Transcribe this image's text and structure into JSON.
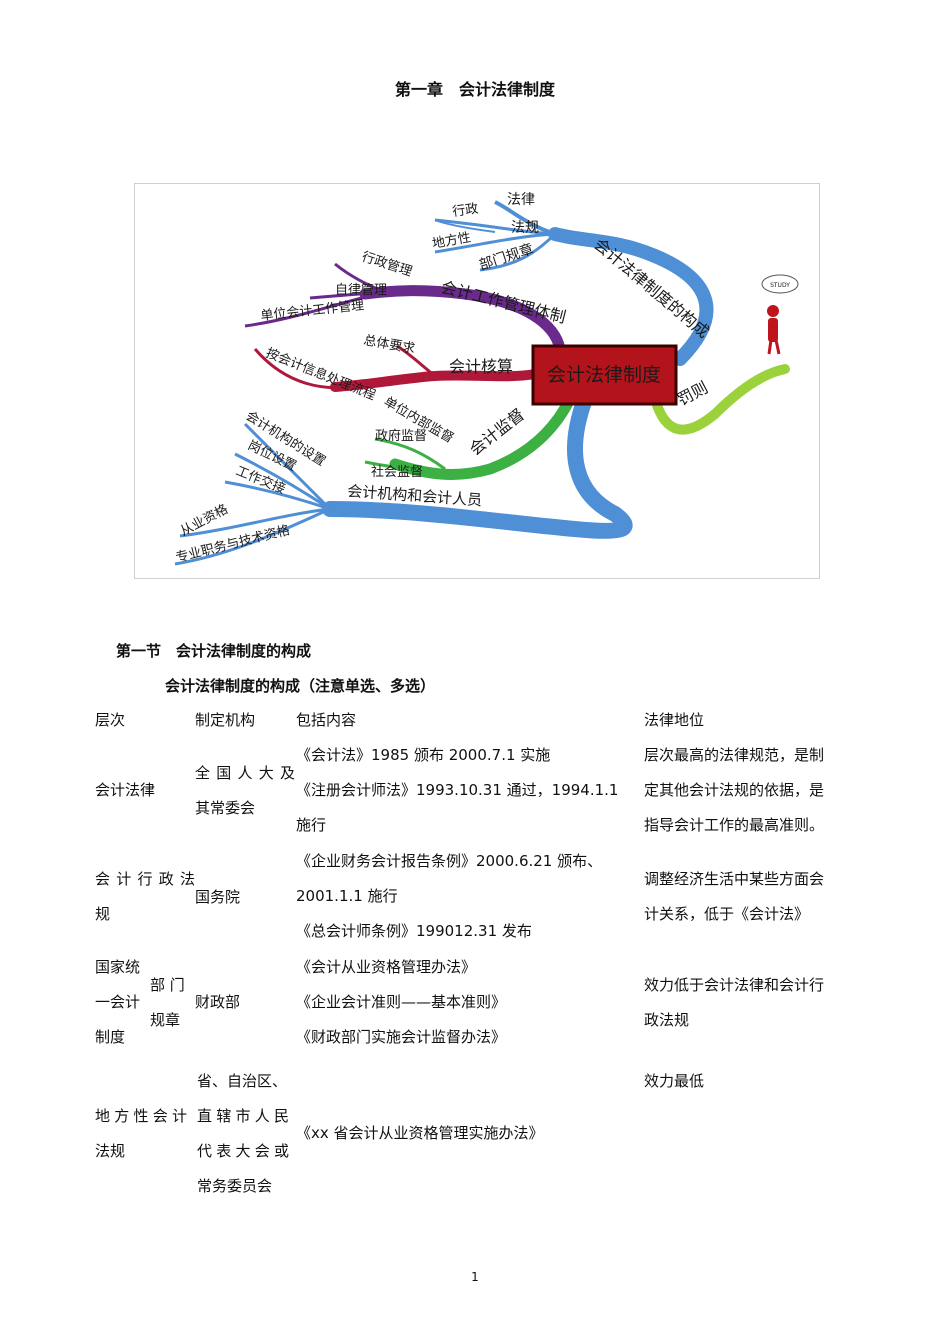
{
  "chapter_title": "第一章　会计法律制度",
  "mindmap": {
    "center": "会计法律制度",
    "branch_structure": "会计法律制度的构成",
    "branch_structure_items": [
      "法律",
      "行政",
      "法规",
      "地方性",
      "部门规章"
    ],
    "branch_system": "会计工作管理体制",
    "branch_system_items": [
      "行政管理",
      "自律管理",
      "单位会计工作管理"
    ],
    "branch_accounting": "会计核算",
    "branch_accounting_items": [
      "总体要求",
      "按会计信息处理流程"
    ],
    "branch_supervision": "会计监督",
    "branch_supervision_items": [
      "单位内部监督",
      "政府监督",
      "社会监督"
    ],
    "branch_staff": "会计机构和会计人员",
    "branch_staff_items": [
      "会计机构的设置",
      "岗位设置",
      "工作交接",
      "从业资格",
      "专业职务与技术资格"
    ],
    "branch_penalty": "罚则",
    "figure_label": "STUDY"
  },
  "section_title": "第一节　会计法律制度的构成",
  "subsection_title": "会计法律制度的构成（注意单选、多选）",
  "table": {
    "headers": [
      "层次",
      "制定机构",
      "包括内容",
      "法律地位"
    ],
    "rows": [
      {
        "level": [
          "会计法律"
        ],
        "org": [
          "全国人大及",
          "其常委会"
        ],
        "content": [
          "《会计法》1985 颁布 2000.7.1 实施",
          "《注册会计师法》1993.10.31  通过，1994.1.1",
          "施行"
        ],
        "status": [
          "层次最高的法律规范，是制",
          "定其他会计法规的依据，是",
          "指导会计工作的最高准则。"
        ]
      },
      {
        "level": [
          "会计行政法",
          "规"
        ],
        "org": [
          "国务院"
        ],
        "content": [
          "《企业财务会计报告条例》2000.6.21  颁布、",
          "2001.1.1 施行",
          "《总会计师条例》199012.31 发布"
        ],
        "status": [
          "调整经济生活中某些方面会",
          "计关系，低于《会计法》"
        ]
      },
      {
        "level": [
          "国家统",
          "一会计",
          "制度"
        ],
        "level_side": [
          "部  门",
          "规章"
        ],
        "org": [
          "财政部"
        ],
        "content": [
          "《会计从业资格管理办法》",
          "《企业会计准则——基本准则》",
          "《财政部门实施会计监督办法》"
        ],
        "status": [
          "效力低于会计法律和会计行",
          "政法规"
        ]
      },
      {
        "level": [
          "地方性会计",
          "法规"
        ],
        "org": [
          "省、自治区、",
          "直辖市人民",
          "代表大会或",
          "常务委员会"
        ],
        "content": [
          "《xx 省会计从业资格管理实施办法》"
        ],
        "status": [
          "效力最低"
        ]
      }
    ]
  },
  "page_number": "1",
  "colors": {
    "blue_branch": "#4f8fd6",
    "purple_branch": "#6a2a8c",
    "red_branch": "#b0183a",
    "green_branch": "#3cb043",
    "lime_branch": "#9bd13a",
    "center_box": "#b3141c"
  }
}
